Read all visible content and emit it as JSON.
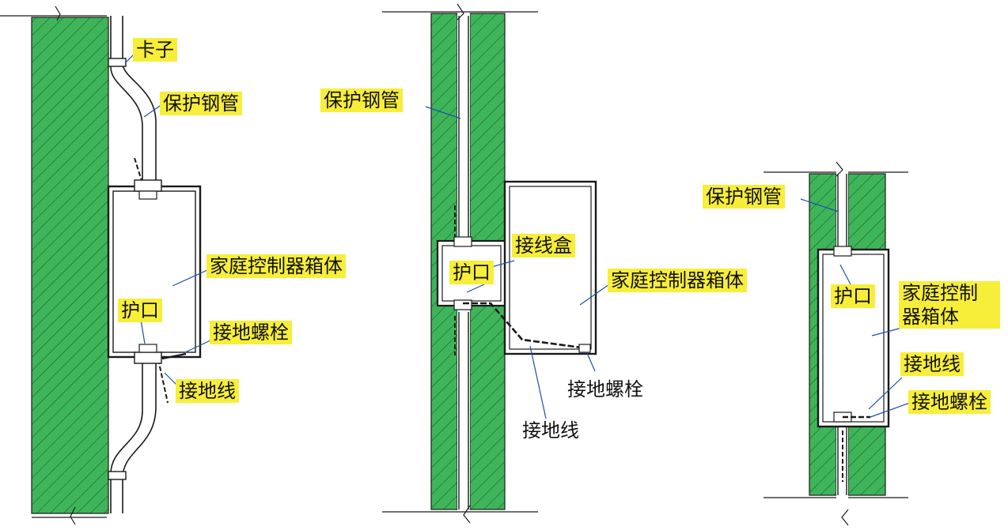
{
  "colors": {
    "wall": "#3fb55a",
    "hatch": "#1d6b33",
    "highlight": "#f7ee3a",
    "line": "#1f4fa8",
    "outline": "#1a1a1a"
  },
  "left_panel": {
    "clip": "卡子",
    "steel_pipe": "保护钢管",
    "controller_box": "家庭控制器箱体",
    "bushing": "护口",
    "ground_bolt": "接地螺栓",
    "ground_wire": "接地线"
  },
  "middle_panel": {
    "steel_pipe": "保护钢管",
    "junction_box": "接线盒",
    "bushing": "护口",
    "controller_box": "家庭控制器箱体",
    "ground_bolt": "接地螺栓",
    "ground_wire": "接地线"
  },
  "right_panel": {
    "steel_pipe": "保护钢管",
    "bushing": "护口",
    "controller_box_line1": "家庭控制",
    "controller_box_line2": "器箱体",
    "ground_wire": "接地线",
    "ground_bolt": "接地螺栓"
  }
}
